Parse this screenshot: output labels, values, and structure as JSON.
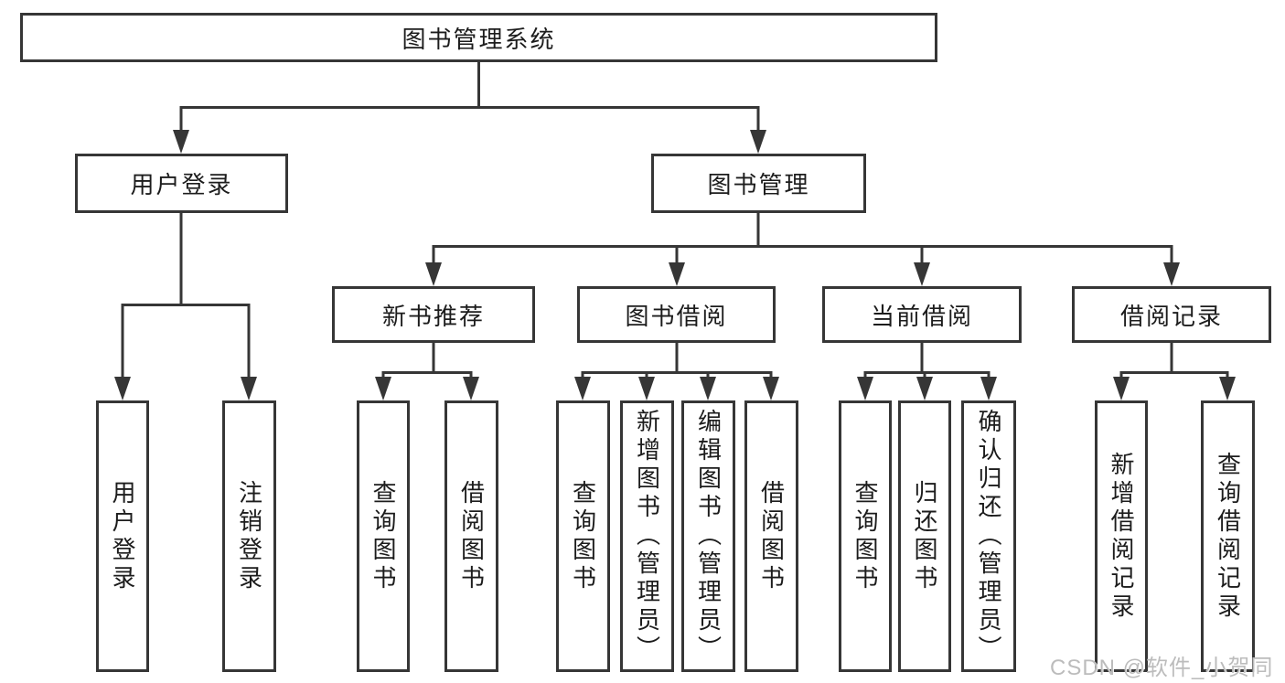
{
  "tree": {
    "root": "图书管理系统",
    "branches": [
      {
        "label": "用户登录",
        "children": [
          "用户登录",
          "注销登录"
        ]
      },
      {
        "label": "图书管理",
        "groups": [
          {
            "label": "新书推荐",
            "children": [
              "查询图书",
              "借阅图书"
            ]
          },
          {
            "label": "图书借阅",
            "children": [
              "查询图书",
              "新增图书（管理员）",
              "编辑图书（管理员）",
              "借阅图书"
            ]
          },
          {
            "label": "当前借阅",
            "children": [
              "查询图书",
              "归还图书",
              "确认归还（管理员）"
            ]
          },
          {
            "label": "借阅记录",
            "children": [
              "新增借阅记录",
              "查询借阅记录"
            ]
          }
        ]
      }
    ]
  },
  "watermark": {
    "text": "CSDN @软件_小贺同学"
  },
  "colors": {
    "line": "#363636",
    "box_border": "#363636",
    "box_fill": "#ffffff",
    "text": "#1c1c1c",
    "watermark": "#bcbcbc",
    "background": "#ffffff"
  }
}
